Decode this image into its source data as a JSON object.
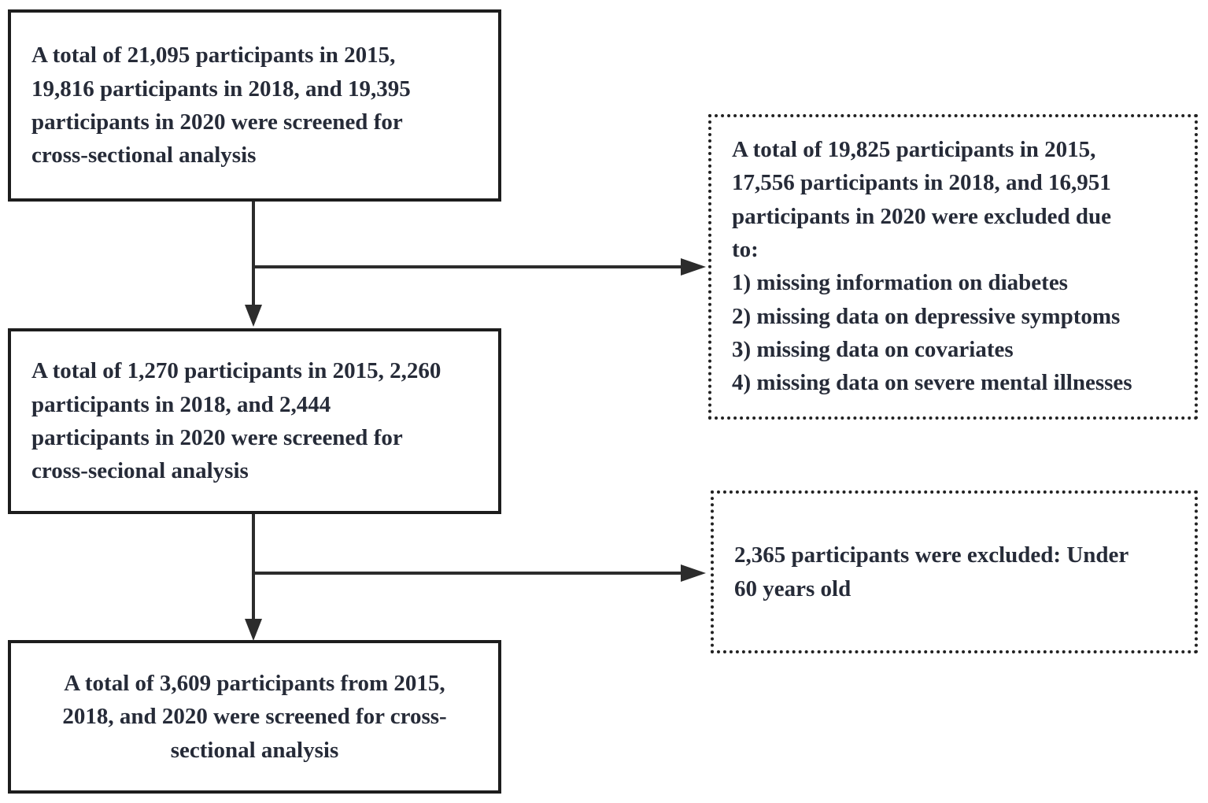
{
  "diagram": {
    "type": "flowchart",
    "description": "participant screening flow diagram",
    "boxes": {
      "screened_initial": {
        "text": "A total of 21,095 participants in 2015,\n19,816 participants in 2018, and 19,395\nparticipants in 2020 were screened for\ncross-sectional analysis"
      },
      "screened_second": {
        "text": "A total of 1,270 participants in 2015, 2,260\nparticipants in 2018, and 2,444\nparticipants in 2020 were screened for\ncross-secional analysis"
      },
      "final_sample": {
        "text": "A total of 3,609 participants from 2015,\n2018, and 2020 were screened for cross-\nsectional analysis"
      },
      "exclusion_first": {
        "intro": "A total of 19,825 participants in 2015,\n17,556 participants in 2018, and 16,951\nparticipants in 2020 were excluded due\nto:",
        "items": [
          "1) missing information on diabetes",
          "2) missing data on depressive symptoms",
          "3) missing data on covariates",
          "4) missing data on severe mental illnesses"
        ]
      },
      "exclusion_second": {
        "text": "2,365 participants were excluded: Under\n60 years old"
      }
    },
    "colors": {
      "text": "#262b38",
      "line": "#2c2c2c",
      "solid_border": "#1d1d1d",
      "dotted_border": "#222222",
      "background": "#ffffff"
    }
  }
}
